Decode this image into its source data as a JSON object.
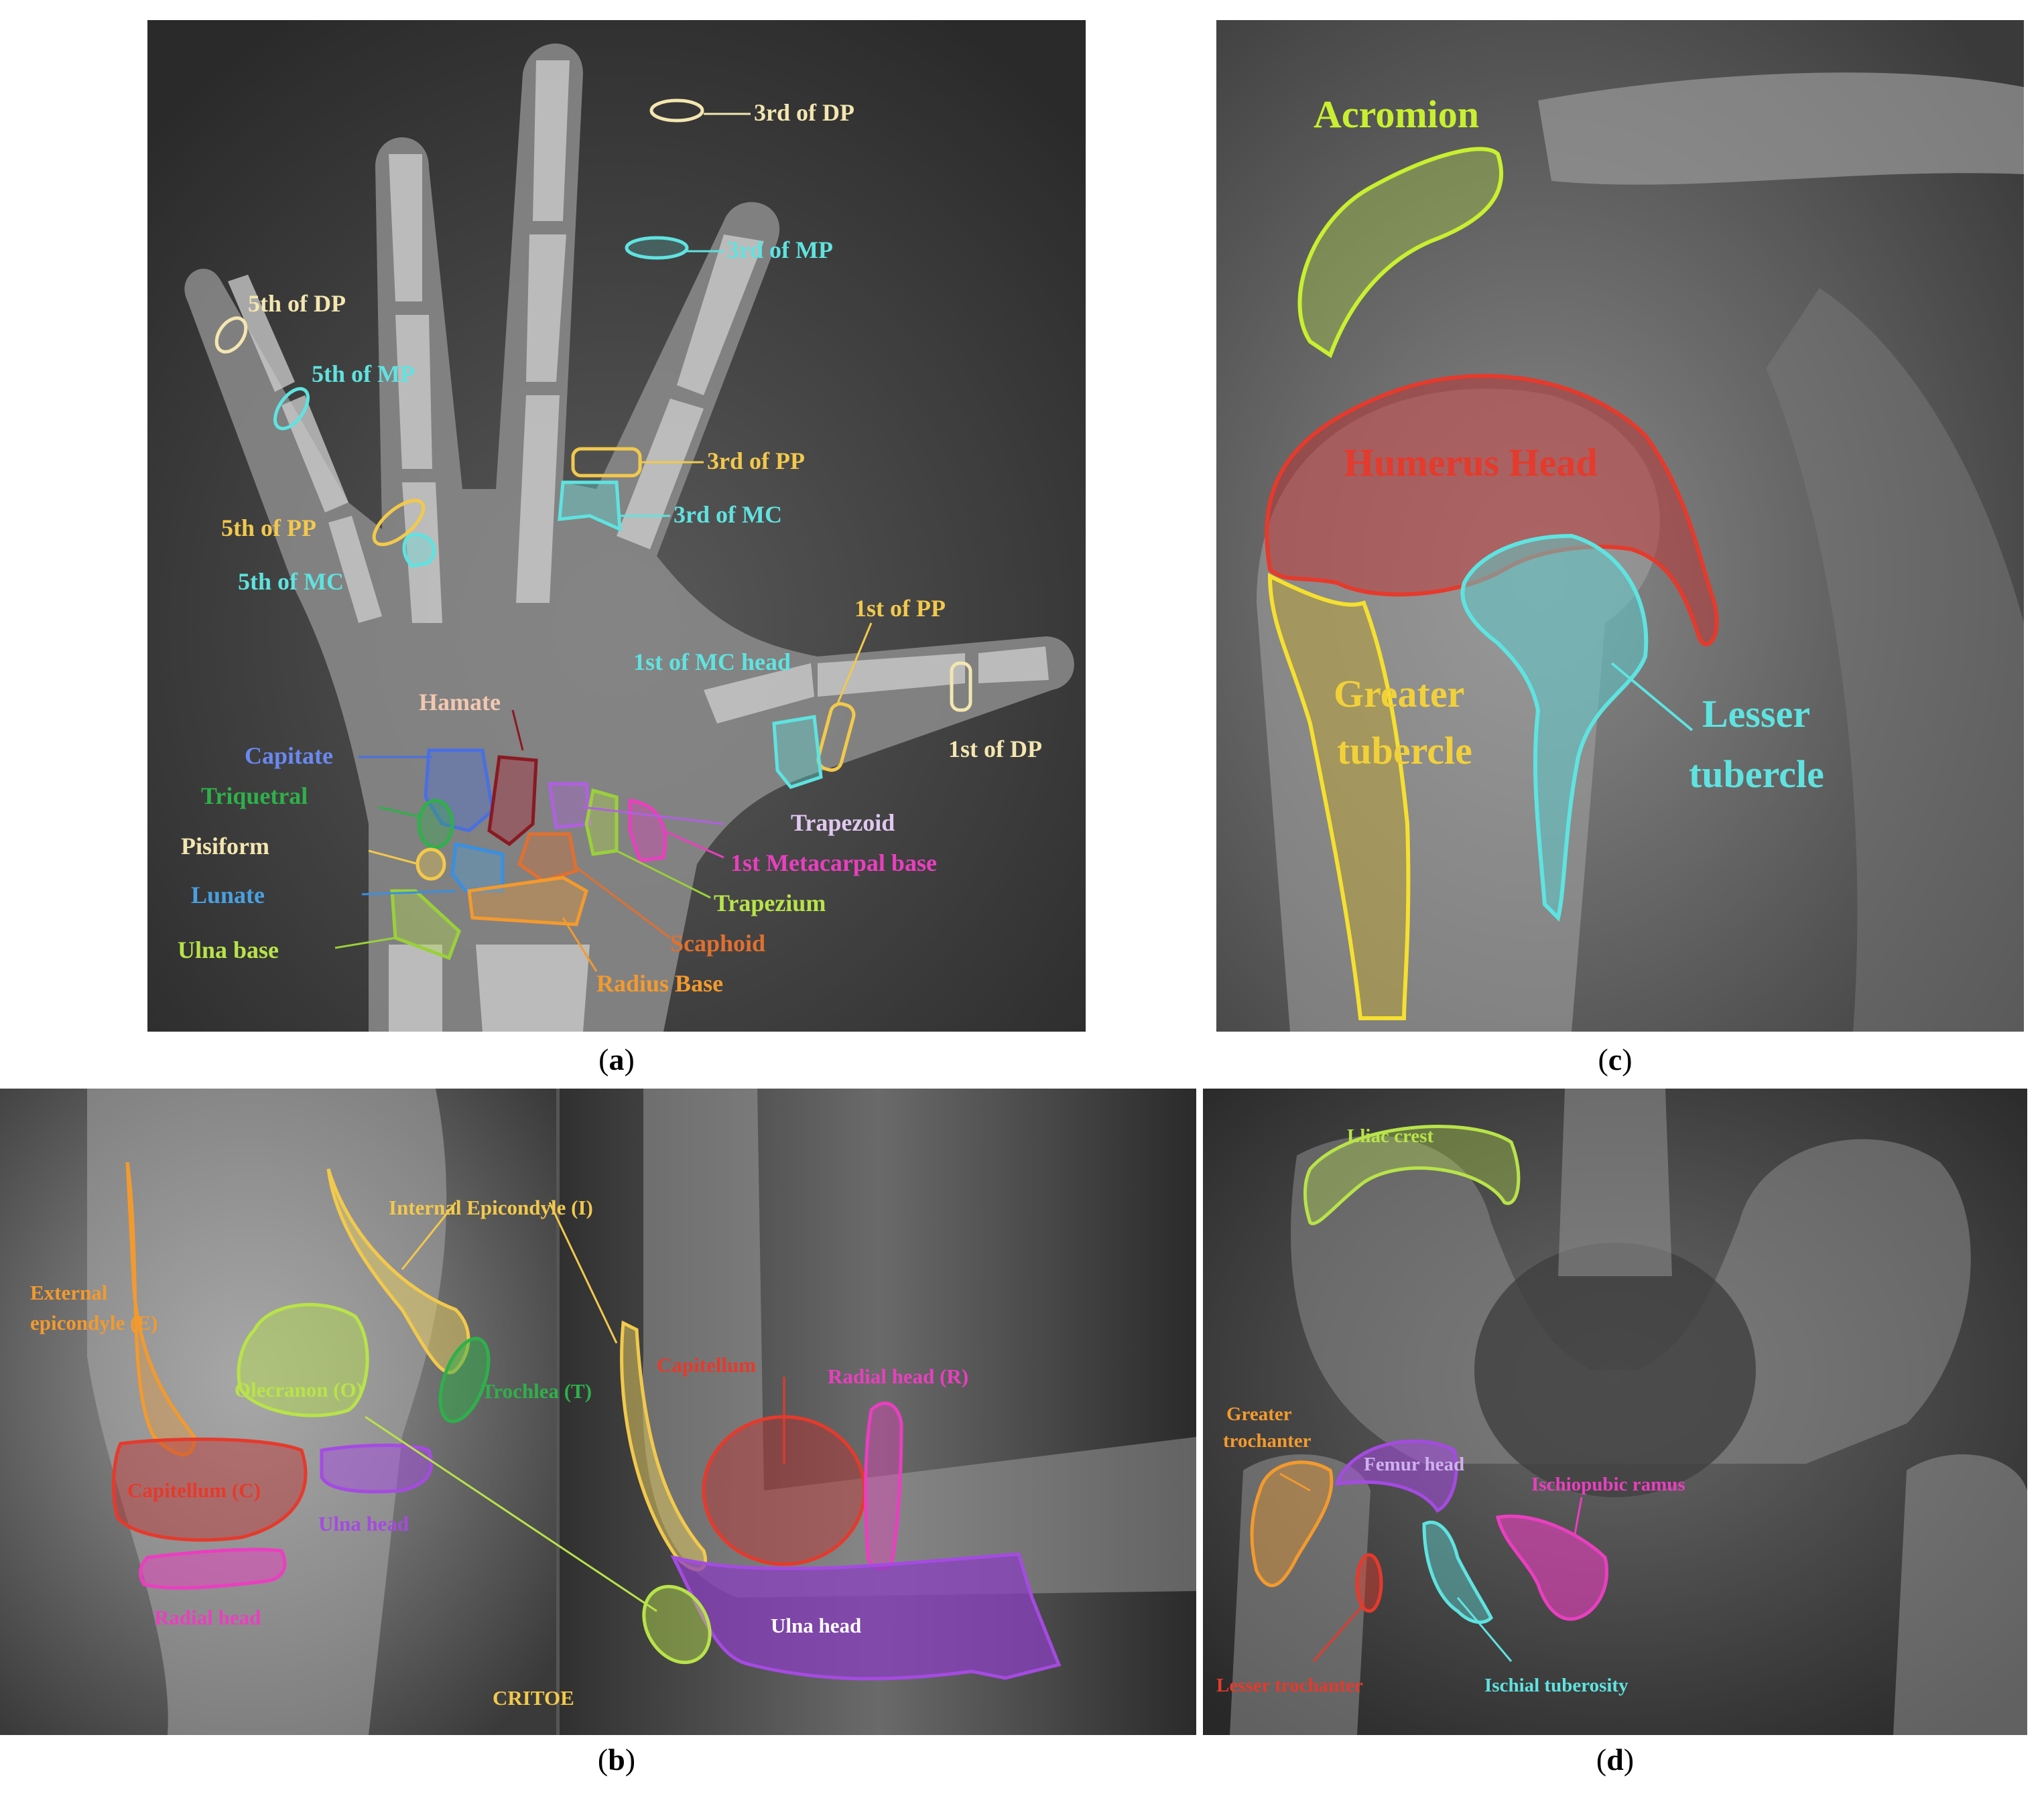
{
  "captions": {
    "a": "a",
    "b": "b",
    "c": "c",
    "d": "d"
  },
  "panel_a": {
    "labels": {
      "dp3": "3rd of DP",
      "mp3": "3rd of MP",
      "dp5": "5th of DP",
      "mp5": "5th of MP",
      "pp3": "3rd of PP",
      "mc3": "3rd of MC",
      "pp5": "5th of PP",
      "mc5": "5th of MC",
      "pp1": "1st of PP",
      "mchead1": "1st of MC head",
      "dp1": "1st of DP",
      "hamate": "Hamate",
      "capitate": "Capitate",
      "triquetral": "Triquetral",
      "pisiform": "Pisiform",
      "lunate": "Lunate",
      "ulna_base": "Ulna base",
      "trapezoid": "Trapezoid",
      "mc1_base": "1st Metacarpal base",
      "trapezium": "Trapezium",
      "scaphoid": "Scaphoid",
      "radius_base": "Radius Base"
    }
  },
  "panel_b": {
    "labels": {
      "internal_epi": "Internal Epicondyle (I)",
      "external_epi_1": "External",
      "external_epi_2": "epicondyle (E)",
      "olecranon": "Olecranon (O)",
      "trochlea": "Trochlea (T)",
      "capitellum_c": "Capitellum (C)",
      "ulna_head_1": "Ulna head",
      "radial_head_1": "Radial head",
      "critoe": "CRITOE",
      "capitellum": "Capitellum",
      "radial_head_r": "Radial head (R)",
      "ulna_head_2": "Ulna head"
    }
  },
  "panel_c": {
    "labels": {
      "acromion": "Acromion",
      "humerus_head": "Humerus Head",
      "greater_1": "Greater",
      "greater_2": "tubercle",
      "lesser_1": "Lesser",
      "lesser_2": "tubercle"
    }
  },
  "panel_d": {
    "labels": {
      "iliac_crest": "Lliac crest",
      "greater_troch_1": "Greater",
      "greater_troch_2": "trochanter",
      "femur_head": "Femur head",
      "ischiopubic": "Ischiopubic ramus",
      "lesser_troch": "Lesser trochanter",
      "ischial_tub": "Ischial tuberosity"
    }
  },
  "colors": {
    "xray_dark": "#2e2e2e",
    "bone": "#b9b9b9",
    "yellow": "#f2c94c",
    "cream": "#f3e6b0",
    "cyan": "#5fe3e0",
    "blue": "#4a6fe0",
    "green": "#2fb04a",
    "lime": "#b8e34a",
    "magenta": "#e93fbf",
    "orange": "#f39a2e",
    "red": "#e53a2c",
    "purple": "#a44be0"
  }
}
